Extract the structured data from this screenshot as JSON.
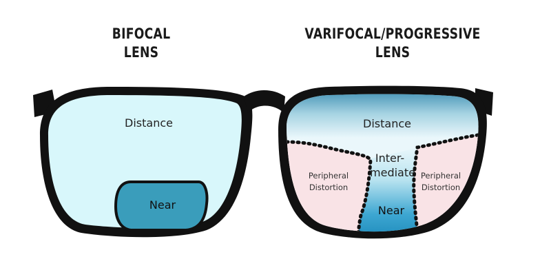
{
  "left_heading": {
    "line1": "BIFOCAL",
    "line2": "LENS"
  },
  "right_heading": {
    "line1": "VARIFOCAL/PROGRESSIVE",
    "line2": "LENS"
  },
  "left_lens": {
    "distance": "Distance",
    "near": "Near"
  },
  "right_lens": {
    "distance": "Distance",
    "intermediate_line1": "Inter-",
    "intermediate_line2": "mediate",
    "near": "Near",
    "peripheral_left_line1": "Peripheral",
    "peripheral_left_line2": "Distortion",
    "peripheral_right_line1": "Peripheral",
    "peripheral_right_line2": "Distortion"
  },
  "colors": {
    "frame": "#111111",
    "lens_light_blue": "#d8f7fb",
    "near_segment": "#3a9dbb",
    "distortion_pink": "#f9e3e6",
    "progressive_blue": "#1f8fc0"
  }
}
